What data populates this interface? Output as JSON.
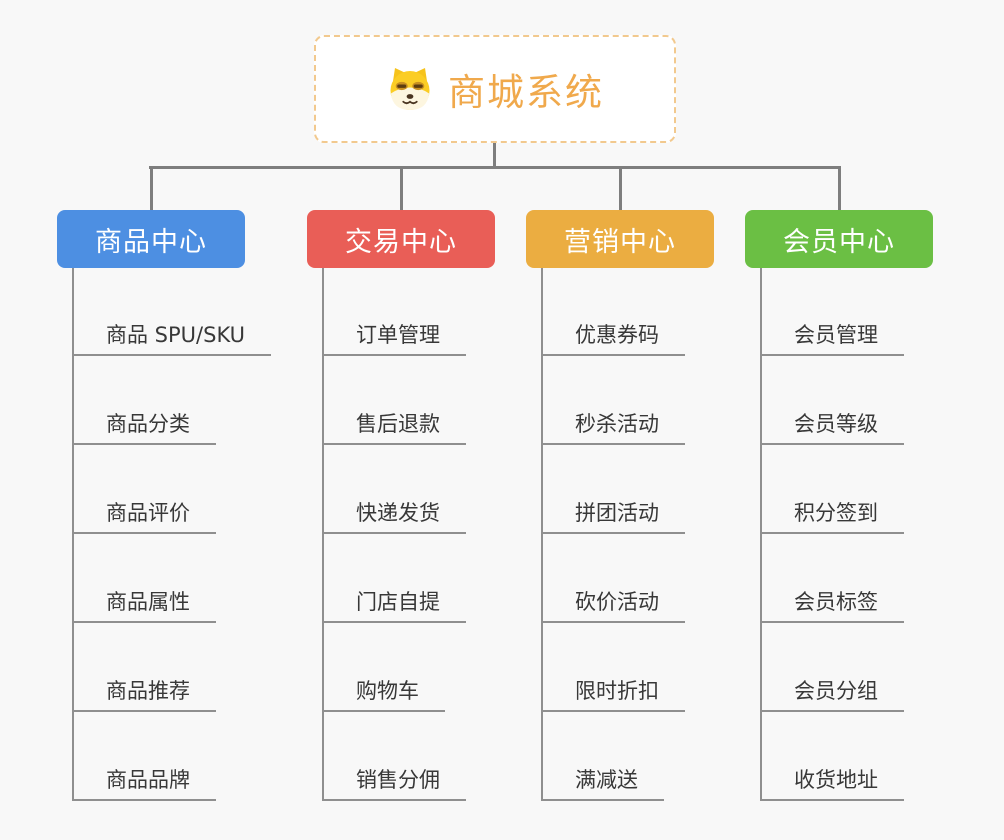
{
  "page": {
    "background_color": "#f8f8f8",
    "connector_color": "#7e7e7e",
    "underline_color": "#8f8f8f"
  },
  "root": {
    "title": "商城系统",
    "title_color": "#f0a94c",
    "border_color": "#f2c98e",
    "icon": "shiba-dog-icon"
  },
  "branches": [
    {
      "label": "商品中心",
      "color": "#4d8fe2",
      "items": [
        "商品 SPU/SKU",
        "商品分类",
        "商品评价",
        "商品属性",
        "商品推荐",
        "商品品牌"
      ]
    },
    {
      "label": "交易中心",
      "color": "#e95e57",
      "items": [
        "订单管理",
        "售后退款",
        "快递发货",
        "门店自提",
        "购物车",
        "销售分佣"
      ]
    },
    {
      "label": "营销中心",
      "color": "#ebad41",
      "items": [
        "优惠券码",
        "秒杀活动",
        "拼团活动",
        "砍价活动",
        "限时折扣",
        "满减送"
      ]
    },
    {
      "label": "会员中心",
      "color": "#6bbf44",
      "items": [
        "会员管理",
        "会员等级",
        "积分签到",
        "会员标签",
        "会员分组",
        "收货地址"
      ]
    }
  ]
}
